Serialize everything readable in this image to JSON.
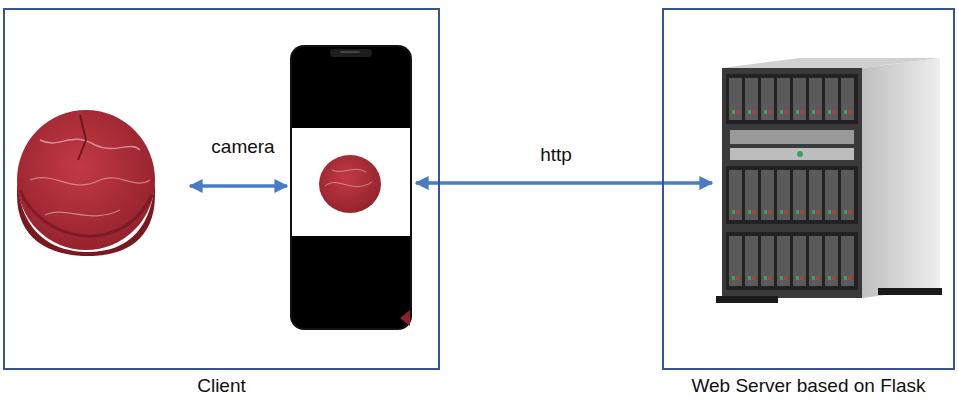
{
  "diagram": {
    "nodes": [
      {
        "text": [
          "Client"
        ]
      },
      {
        "text": [
          "Web Server based on Flask"
        ]
      }
    ],
    "labels": [
      "camera",
      "http"
    ]
  }
}
